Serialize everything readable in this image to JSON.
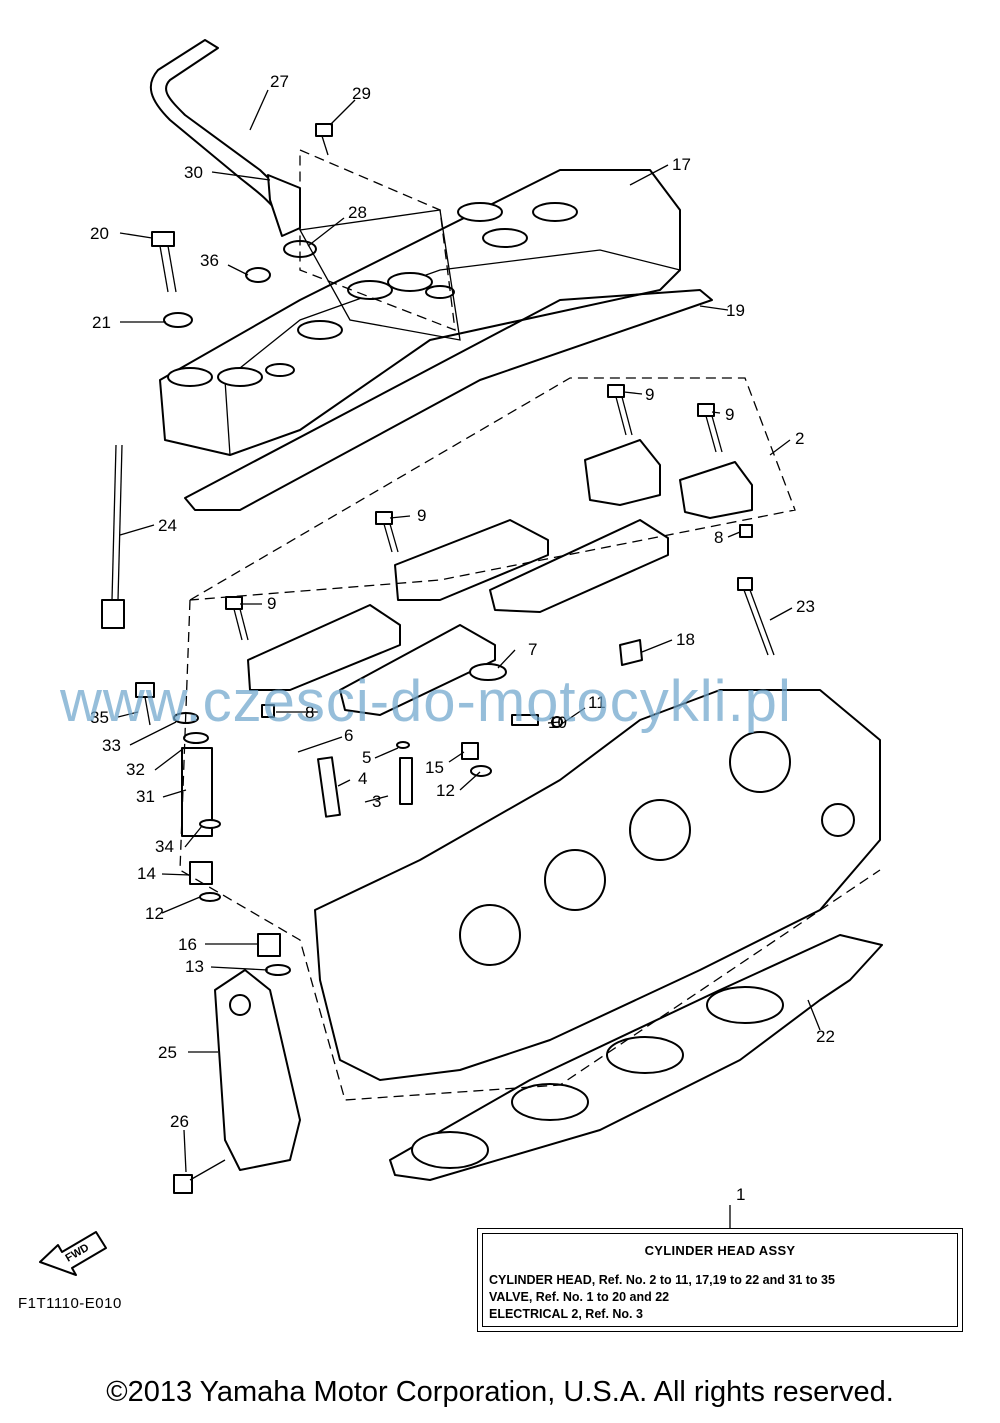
{
  "ref_labels": [
    "1",
    "2",
    "3",
    "4",
    "5",
    "6",
    "7",
    "8",
    "8",
    "9",
    "9",
    "9",
    "9",
    "10",
    "11",
    "12",
    "12",
    "13",
    "14",
    "15",
    "16",
    "17",
    "18",
    "19",
    "20",
    "21",
    "22",
    "23",
    "24",
    "25",
    "26",
    "27",
    "28",
    "29",
    "30",
    "31",
    "32",
    "33",
    "34",
    "35",
    "36"
  ],
  "assy_box": {
    "title": "CYLINDER HEAD ASSY",
    "lines": [
      "CYLINDER HEAD, Ref. No. 2 to 11, 17,19 to 22 and 31 to 35",
      "VALVE, Ref. No. 1 to 20 and 22",
      "ELECTRICAL 2, Ref. No. 3"
    ]
  },
  "fwd_arrow_text": "FWD",
  "diagram_code": "F1T1110-E010",
  "watermark": "www.czesci-do-motocykli.pl",
  "copyright": "©2013 Yamaha Motor Corporation, U.S.A. All rights reserved.",
  "colors": {
    "line": "#000000",
    "watermark": "#6ea6cc",
    "background": "#ffffff"
  }
}
